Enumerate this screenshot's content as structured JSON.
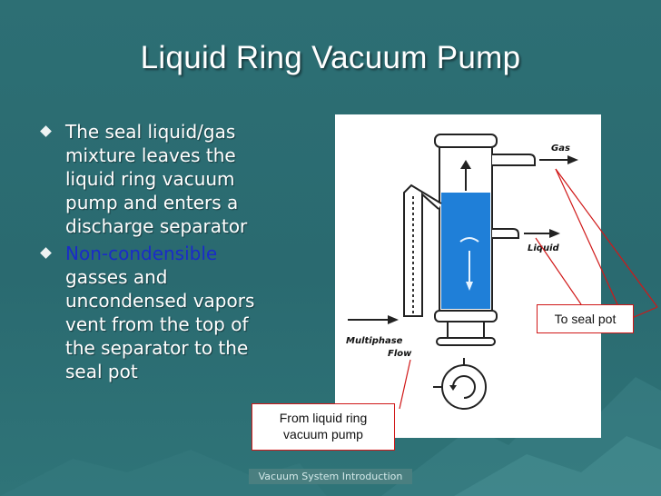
{
  "slide": {
    "title": "Liquid Ring Vacuum Pump",
    "bullets": [
      {
        "text_lines": [
          "The seal liquid/gas",
          "mixture leaves the",
          "liquid ring vacuum",
          "pump and enters a",
          "discharge separator"
        ]
      },
      {
        "highlight": "Non-condensible",
        "text_lines": [
          "gasses and",
          "uncondensed vapors",
          "vent from the top of",
          "the separator to the",
          "seal pot"
        ]
      }
    ],
    "footer": "Vacuum System Introduction"
  },
  "figure": {
    "labels": {
      "gas": "Gas",
      "liquid": "Liquid",
      "multiphase": "Multiphase",
      "flow": "Flow"
    }
  },
  "callouts": {
    "seal_pot": "To seal pot",
    "ring_line1": "From liquid ring",
    "ring_line2": "vacuum pump"
  },
  "colors": {
    "accent_text": "#1a2cc8",
    "callout_border": "#d01818",
    "liquid": "#1f7fd8"
  }
}
